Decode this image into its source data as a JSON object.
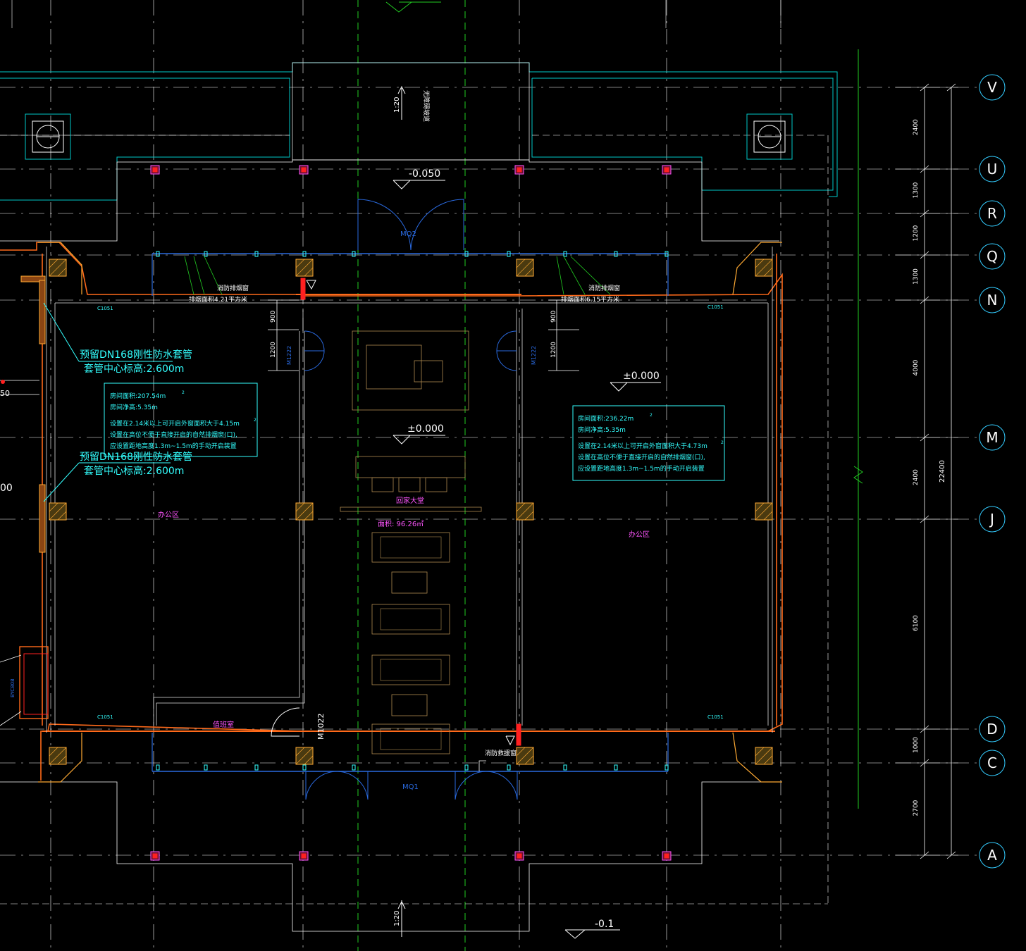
{
  "colors": {
    "background": "#000000",
    "grid": "#ffffff",
    "wall": "#e0e0e0",
    "outline": "#00c8c8",
    "fire_line": "#ff6a1a",
    "axis_green": "#22cc22",
    "door_blue": "#2a6ae0",
    "annotation_cyan": "#33ffff",
    "room_magenta": "#ff55ff",
    "column_orange": "#ffaa33",
    "highlight_red": "#ff2020"
  },
  "grid_axes": {
    "labels": [
      "V",
      "U",
      "R",
      "Q",
      "N",
      "M",
      "J",
      "D",
      "C",
      "A"
    ]
  },
  "dimensions": {
    "segments": [
      "2400",
      "1300",
      "1200",
      "1300",
      "4000",
      "2400",
      "6100",
      "1000",
      "2700"
    ],
    "total": "22400"
  },
  "levels": {
    "top": "-0.050",
    "left_center": "±0.000",
    "right_center": "±0.000",
    "bottom": "-0.1"
  },
  "slopes": {
    "top": "1:20",
    "bottom": "1:20"
  },
  "ramp_label": "无障碍坡道",
  "doors": {
    "mq2": "MQ2",
    "mq1": "MQ1",
    "m1222_left": "M1222",
    "m1222_right": "M1222",
    "m1022": "M1022"
  },
  "windows": {
    "top_left": "C1051",
    "top_right": "C1051",
    "bottom_left": "C1051",
    "bottom_right": "C1051"
  },
  "smoke_windows": {
    "left_title": "消防排烟窗",
    "left_area": "排烟面积4.21平方米",
    "right_title": "消防排烟窗",
    "right_area": "排烟面积6.15平方米",
    "rescue_window": "消防救援窗"
  },
  "door_dims": {
    "left_900": "900",
    "left_1200": "1200",
    "right_900": "900",
    "right_1200": "1200"
  },
  "pipe_notes": {
    "note1_line1": "预留DN168刚性防水套管",
    "note1_line2": "套管中心标高:2.600m",
    "note2_line1": "预留DN168刚性防水套管",
    "note2_line2": "套管中心标高:2.600m"
  },
  "info_left": {
    "line1": "房间面积:207.54m",
    "line2": "房间净高:5.35m",
    "line3": "设置在2.14米以上可开启外窗面积大于4.15m",
    "line4": "设置在高位不便于直接开启的自然排烟窗(口),",
    "line5": "应设置距地高度1.3m~1.5m的手动开启装置",
    "sup1": "2",
    "sup2": "2"
  },
  "info_right": {
    "line1": "房间面积:236.22m",
    "line2": "房间净高:5.35m",
    "line3": "设置在2.14米以上可开启外窗面积大于4.73m",
    "line4": "设置在高位不便于直接开启的自然排烟窗(口),",
    "line5": "应设置距地高度1.3m~1.5m的手动开启装置",
    "sup1": "2",
    "sup2": "2"
  },
  "rooms": {
    "office_left": "办公区",
    "office_right": "办公区",
    "lobby": "回家大堂",
    "lobby_area": "面积:  96.26㎡",
    "duty_room": "值班室"
  },
  "left_edge": {
    "fragment_top": "50",
    "fragment_mid": "00",
    "vertical_tag": "BYC808"
  }
}
